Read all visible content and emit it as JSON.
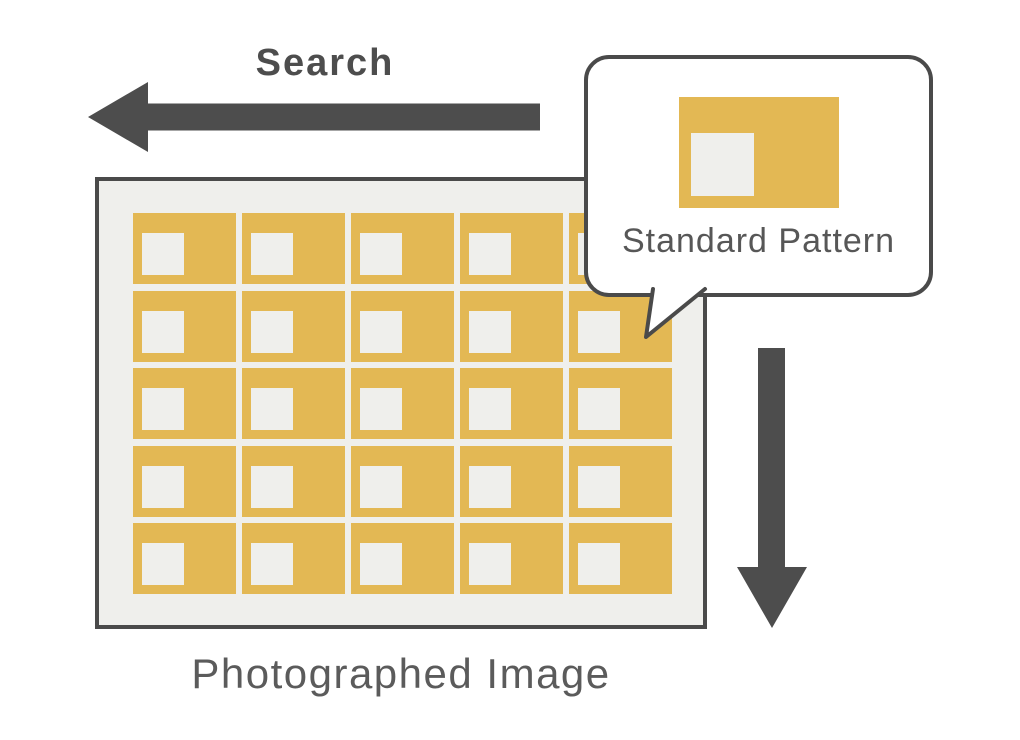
{
  "labels": {
    "search": "Search",
    "standard_pattern": "Standard Pattern",
    "photographed_image": "Photographed Image"
  },
  "photographed_image_grid": {
    "rows": 5,
    "cols": 5
  },
  "icons": {
    "search_arrow": "left-arrow-icon",
    "scan_arrow": "down-arrow-icon",
    "callout": "speech-bubble-tail-icon"
  },
  "colors": {
    "arrow_gray": "#4d4d4d",
    "outline_gray": "#4a4a4a",
    "pattern_yellow": "#e3b854",
    "panel_gray": "#efefec",
    "label_gray": "#5b5b5b",
    "bubble_white": "#ffffff"
  }
}
